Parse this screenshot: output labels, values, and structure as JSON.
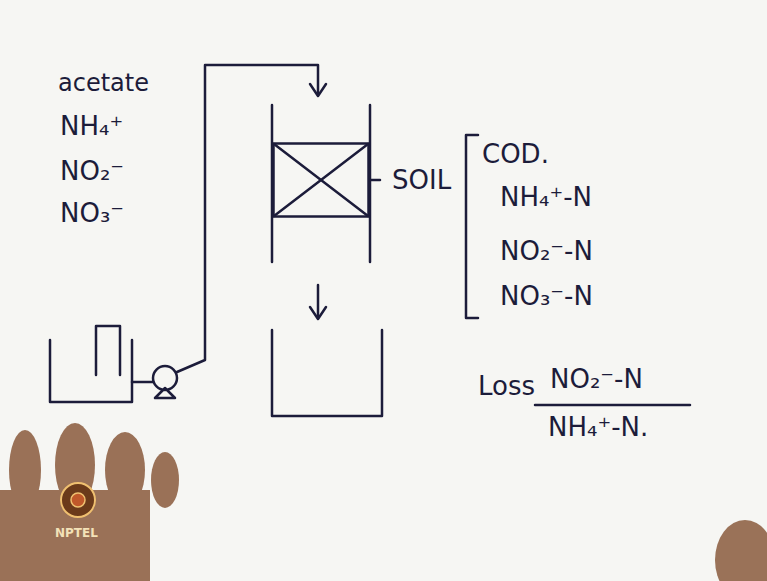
{
  "diagram": {
    "nodes": [
      {
        "text": [
          "SOIL"
        ]
      }
    ],
    "labels": [
      "acetate",
      "NH₄⁺",
      "NO₂⁻",
      "NO₃⁻",
      "COD.",
      "NH₄⁺-N",
      "NO₂⁻-N",
      "NO₃⁻-N",
      "Loss",
      "NO₂⁻-N",
      "NH₄⁺-N.",
      "NPTEL"
    ]
  }
}
